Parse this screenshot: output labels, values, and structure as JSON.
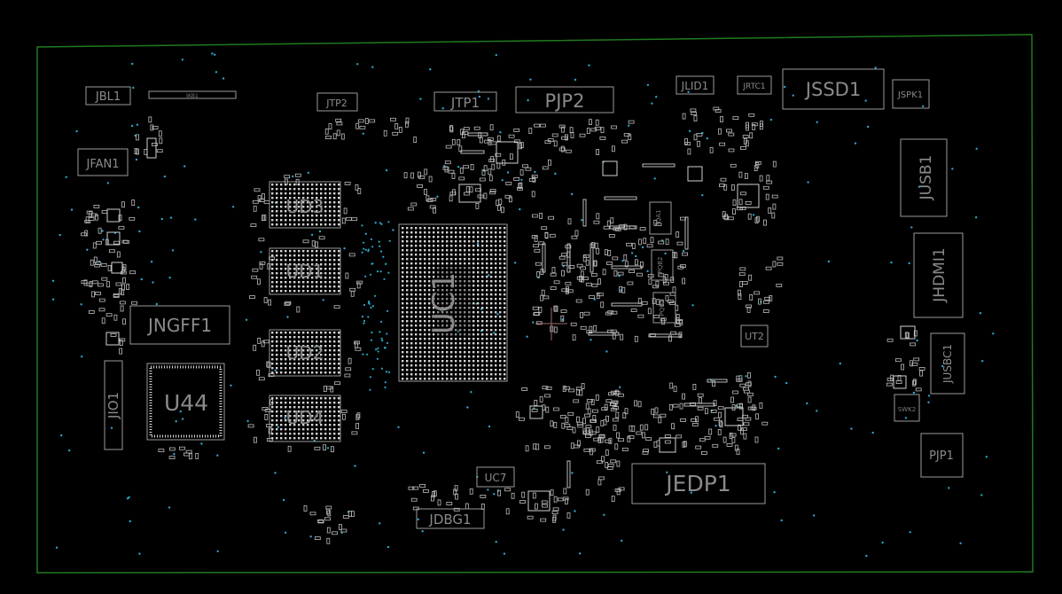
{
  "board": {
    "outline_color": "#1f7a1f",
    "silk_color": "#8a8a8a",
    "pad_color": "#e2e2e2",
    "via_color": "#2aa7c9",
    "background": "#000000"
  },
  "components": [
    {
      "ref": "JBL1"
    },
    {
      "ref": "JKB1"
    },
    {
      "ref": "JFAN1"
    },
    {
      "ref": "JTP2"
    },
    {
      "ref": "JTP1"
    },
    {
      "ref": "PJP2"
    },
    {
      "ref": "JLID1"
    },
    {
      "ref": "JRTC1"
    },
    {
      "ref": "JSSD1"
    },
    {
      "ref": "JSPK1"
    },
    {
      "ref": "JUSB1"
    },
    {
      "ref": "JHDMI1"
    },
    {
      "ref": "JUSBC1"
    },
    {
      "ref": "SWK2"
    },
    {
      "ref": "PJP1"
    },
    {
      "ref": "UD3"
    },
    {
      "ref": "UD1"
    },
    {
      "ref": "UD2"
    },
    {
      "ref": "UD4"
    },
    {
      "ref": "UC1"
    },
    {
      "ref": "JNGFF1"
    },
    {
      "ref": "U44"
    },
    {
      "ref": "JIO1"
    },
    {
      "ref": "UT2"
    },
    {
      "ref": "UC7"
    },
    {
      "ref": "JDBG1"
    },
    {
      "ref": "JEDP1"
    },
    {
      "ref": "PQA1"
    },
    {
      "ref": "PQB2"
    },
    {
      "ref": "PQE2"
    }
  ]
}
